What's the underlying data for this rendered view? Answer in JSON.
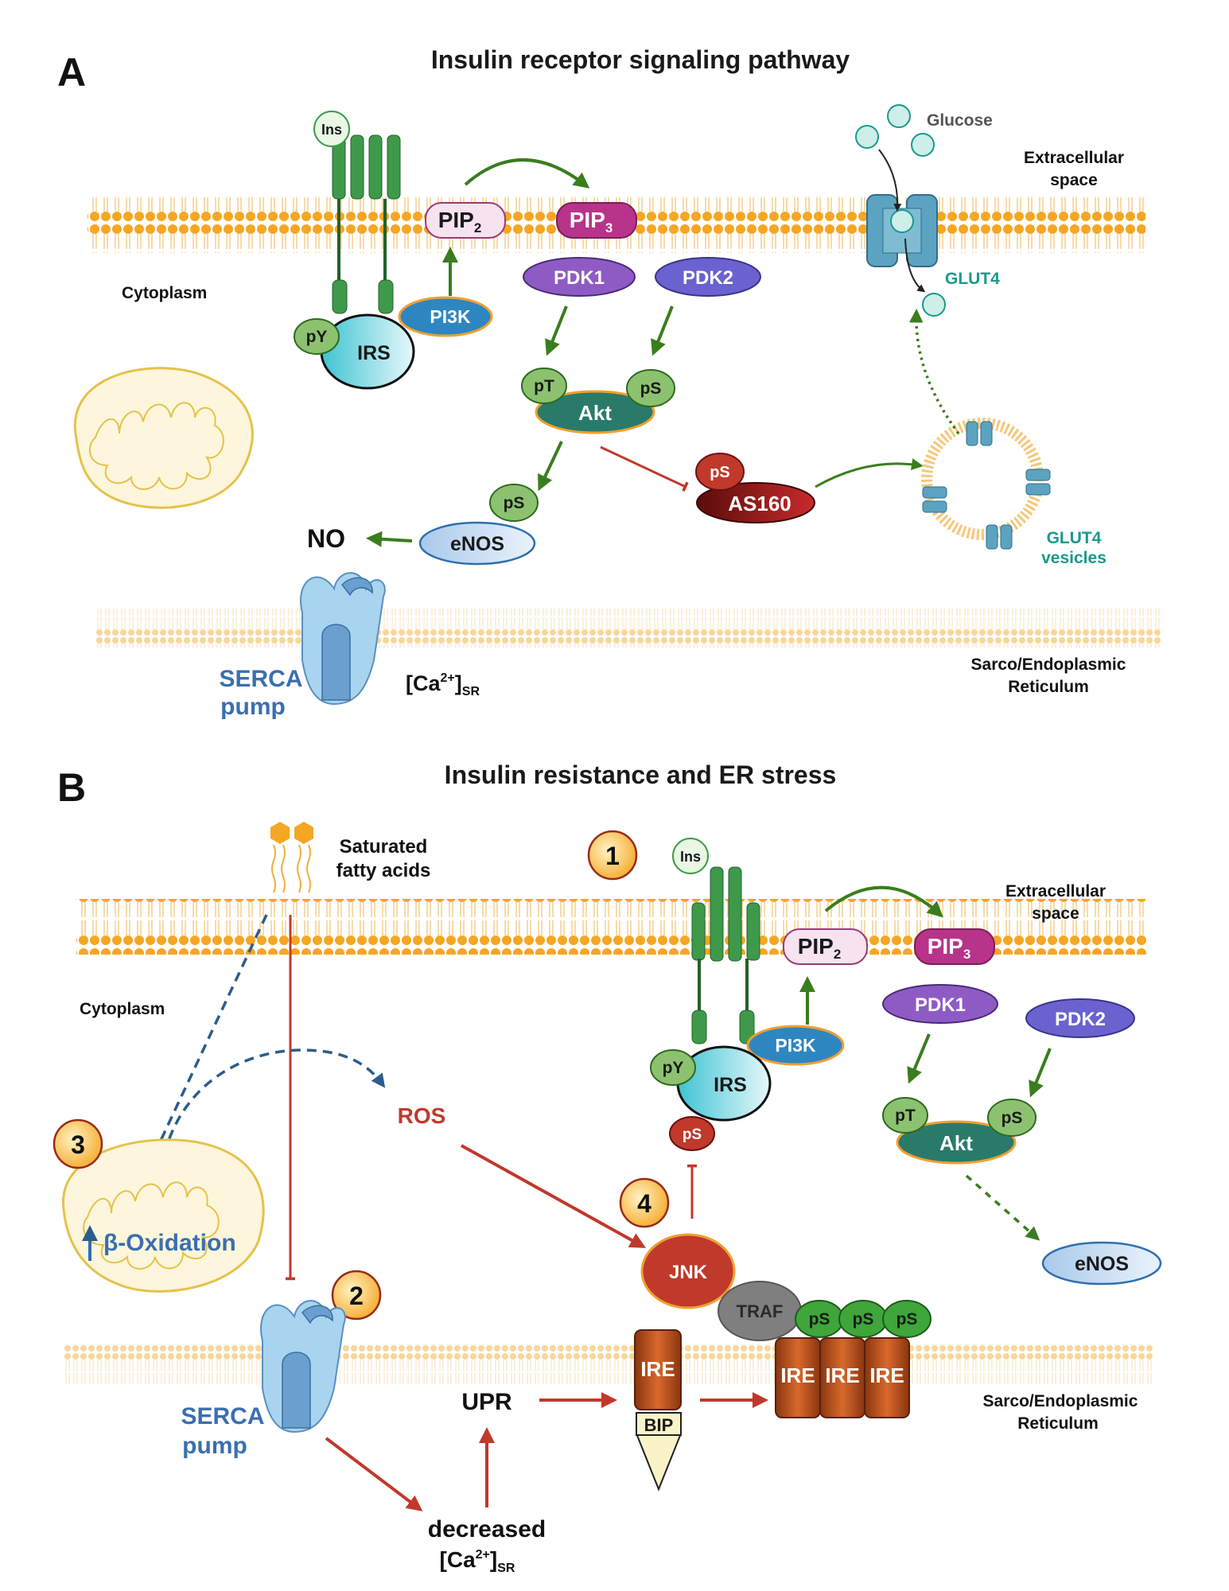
{
  "panel_a": {
    "letter": "A",
    "title": "Insulin receptor signaling pathway",
    "extracellular_line1": "Extracellular",
    "extracellular_line2": "space",
    "cytoplasm": "Cytoplasm",
    "glucose": "Glucose",
    "glut4": "GLUT4",
    "glut4_vesicles_line1": "GLUT4",
    "glut4_vesicles_line2": "vesicles",
    "ins": "Ins",
    "pip2": "PIP",
    "pip2_sub": "2",
    "pip3": "PIP",
    "pip3_sub": "3",
    "pdk1": "PDK1",
    "pdk2": "PDK2",
    "pi3k": "PI3K",
    "py": "pY",
    "irs": "IRS",
    "pt": "pT",
    "ps_akt": "pS",
    "akt": "Akt",
    "ps_as160": "pS",
    "as160": "AS160",
    "ps_enos": "pS",
    "enos": "eNOS",
    "no": "NO",
    "serca_line1": "SERCA",
    "serca_line2": "pump",
    "ca_base": "[Ca",
    "ca_sup": "2+",
    "ca_close": "]",
    "ca_sub": "SR",
    "sr_line1": "Sarco/Endoplasmic",
    "sr_line2": "Reticulum"
  },
  "panel_b": {
    "letter": "B",
    "title": "Insulin resistance and ER stress",
    "sfa_line1": "Saturated",
    "sfa_line2": "fatty acids",
    "extracellular_line1": "Extracellular",
    "extracellular_line2": "space",
    "cytoplasm": "Cytoplasm",
    "step1": "1",
    "step2": "2",
    "step3": "3",
    "step4": "4",
    "ins": "Ins",
    "pip2": "PIP",
    "pip2_sub": "2",
    "pip3": "PIP",
    "pip3_sub": "3",
    "pdk1": "PDK1",
    "pdk2": "PDK2",
    "pi3k": "PI3K",
    "py": "pY",
    "irs": "IRS",
    "ps_irs": "pS",
    "pt": "pT",
    "ps_akt": "pS",
    "akt": "Akt",
    "enos": "eNOS",
    "ros": "ROS",
    "beta_ox": "β-Oxidation",
    "jnk": "JNK",
    "traf": "TRAF",
    "ps1": "pS",
    "ps2": "pS",
    "ps3": "pS",
    "ire": "IRE",
    "ire1": "IRE",
    "ire2": "IRE",
    "ire3": "IRE",
    "bip": "BIP",
    "upr": "UPR",
    "serca_line1": "SERCA",
    "serca_line2": "pump",
    "decreased": "decreased",
    "ca_base": "[Ca",
    "ca_sup": "2+",
    "ca_close": "]",
    "ca_sub": "SR",
    "sr_line1": "Sarco/Endoplasmic",
    "sr_line2": "Reticulum"
  },
  "colors": {
    "membrane": "#f5a623",
    "arrow_green": "#3a7d1e",
    "arrow_red": "#c0392b",
    "arrow_blue": "#2b5d8c",
    "receptor": "#3e9a4a",
    "pip3": "#b8338a",
    "pdk1": "#8e5bc4",
    "pdk2": "#6a62cf",
    "pi3k": "#2e86c1",
    "akt": "#2a7a6a",
    "as160": "#a81c1c",
    "glut4": "#5ba3c0",
    "ire": "#c4561c",
    "jnk": "#c0392b",
    "traf": "#7f7f7f"
  }
}
